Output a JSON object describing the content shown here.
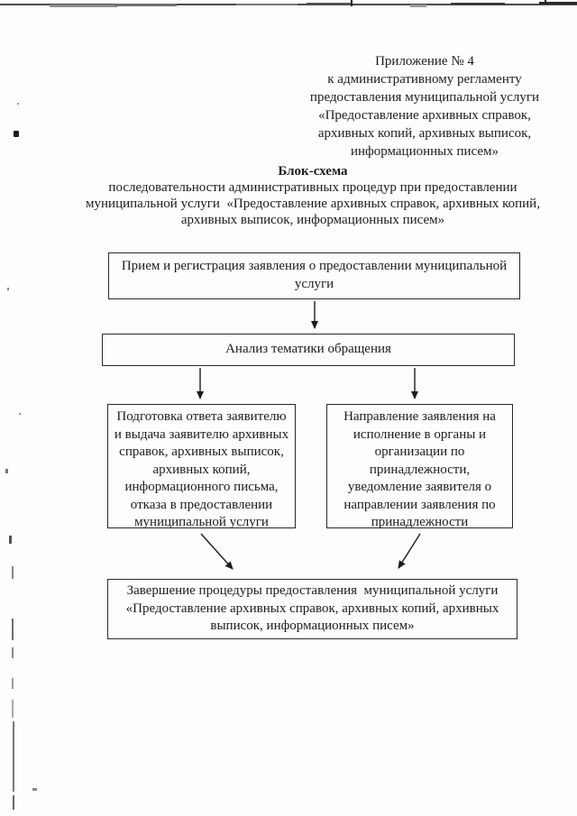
{
  "document": {
    "annex_lines": [
      "Приложение № 4",
      "к административному регламенту",
      "предоставления муниципальной услуги",
      "«Предоставление архивных справок,",
      "архивных копий, архивных выписок,",
      "информационных писем»"
    ],
    "title": "Блок-схема",
    "subtitle_lines": [
      "последовательности административных процедур при предоставлении",
      "муниципальной услуги  «Предоставление архивных справок, архивных копий,",
      "архивных выписок, информационных писем»"
    ]
  },
  "flowchart": {
    "nodes": {
      "reception": {
        "lines": [
          "Прием и регистрация заявления о предоставлении муниципальной",
          "услуги"
        ]
      },
      "analysis": {
        "lines": [
          "Анализ тематики обращения"
        ]
      },
      "prepare_answer": {
        "lines": [
          "Подготовка ответа заявителю",
          "и выдача заявителю архивных",
          "справок, архивных выписок,",
          "архивных копий,",
          "информационного письма,",
          "отказа в предоставлении",
          "муниципальной услуги"
        ]
      },
      "forward": {
        "lines": [
          "Направление заявления на",
          "исполнение в органы и",
          "организации по",
          "принадлежности,",
          "уведомление заявителя о",
          "направлении заявления по",
          "принадлежности"
        ]
      },
      "completion": {
        "lines": [
          "Завершение процедуры предоставления  муниципальной услуги",
          "«Предоставление архивных справок, архивных копий, архивных",
          "выписок, информационных писем»"
        ]
      }
    },
    "ink_color": "#1c1c1c"
  }
}
